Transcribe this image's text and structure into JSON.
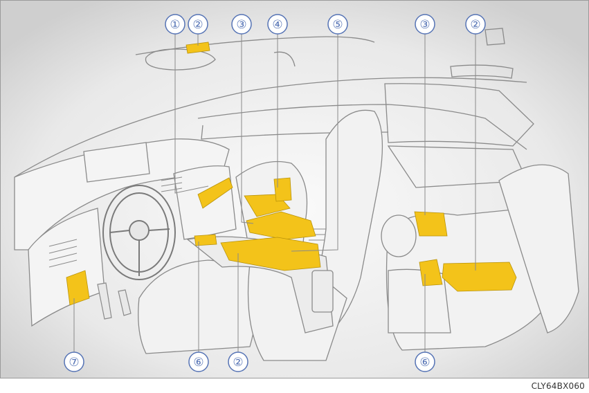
{
  "figure": {
    "code": "CLY64BX060",
    "colors": {
      "highlight": "#f3c31a",
      "callout": "#5573b5",
      "line": "#8a8a8a",
      "shade": "#e2e2e2"
    },
    "callouts": [
      {
        "id": "c1-top",
        "label": "①"
      },
      {
        "id": "c2-top-left",
        "label": "②"
      },
      {
        "id": "c3-top-left",
        "label": "③"
      },
      {
        "id": "c4-top",
        "label": "④"
      },
      {
        "id": "c5-top",
        "label": "⑤"
      },
      {
        "id": "c3-top-right",
        "label": "③"
      },
      {
        "id": "c2-top-right",
        "label": "②"
      },
      {
        "id": "c7-bottom",
        "label": "⑦"
      },
      {
        "id": "c6-bottom-left",
        "label": "⑥"
      },
      {
        "id": "c2-bottom",
        "label": "②"
      },
      {
        "id": "c6-bottom-right",
        "label": "⑥"
      }
    ]
  }
}
